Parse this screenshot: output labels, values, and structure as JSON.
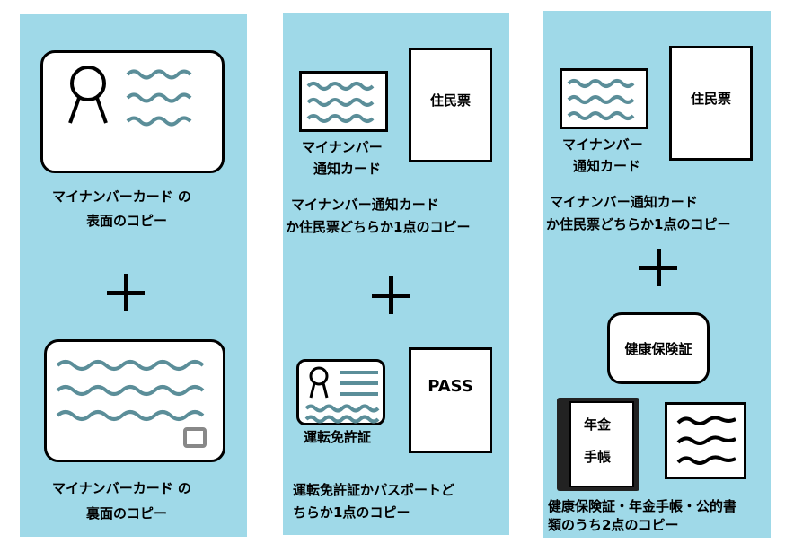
{
  "panel1": {
    "front_caption_1": "マイナンバーカード の",
    "front_caption_2": "表面のコピー",
    "back_caption_1": "マイナンバーカード の",
    "back_caption_2": "裏面のコピー"
  },
  "panel2": {
    "notice_label_1": "マイナンバー",
    "notice_label_2": "通知カード",
    "juminhyo": "住民票",
    "caption_1_1": "マイナンバー通知カード",
    "caption_1_2": "か住民票どちらか1点のコピー",
    "license_label": "運転免許証",
    "passport": "PASS",
    "caption_2_1": "運転免許証かパスポートど",
    "caption_2_2": "ちらか1点のコピー"
  },
  "panel3": {
    "notice_label_1": "マイナンバー",
    "notice_label_2": "通知カード",
    "juminhyo": "住民票",
    "caption_1_1": "マイナンバー通知カード",
    "caption_1_2": "か住民票どちらか1点のコピー",
    "insurance": "健康保険証",
    "pension_1": "年金",
    "pension_2": "手帳",
    "caption_2_1": "健康保険証・年金手帳・公的書",
    "caption_2_2": "類のうち2点のコピー"
  },
  "colors": {
    "panel_bg": "#9fd9e8",
    "wave_color": "#5b8e99"
  }
}
